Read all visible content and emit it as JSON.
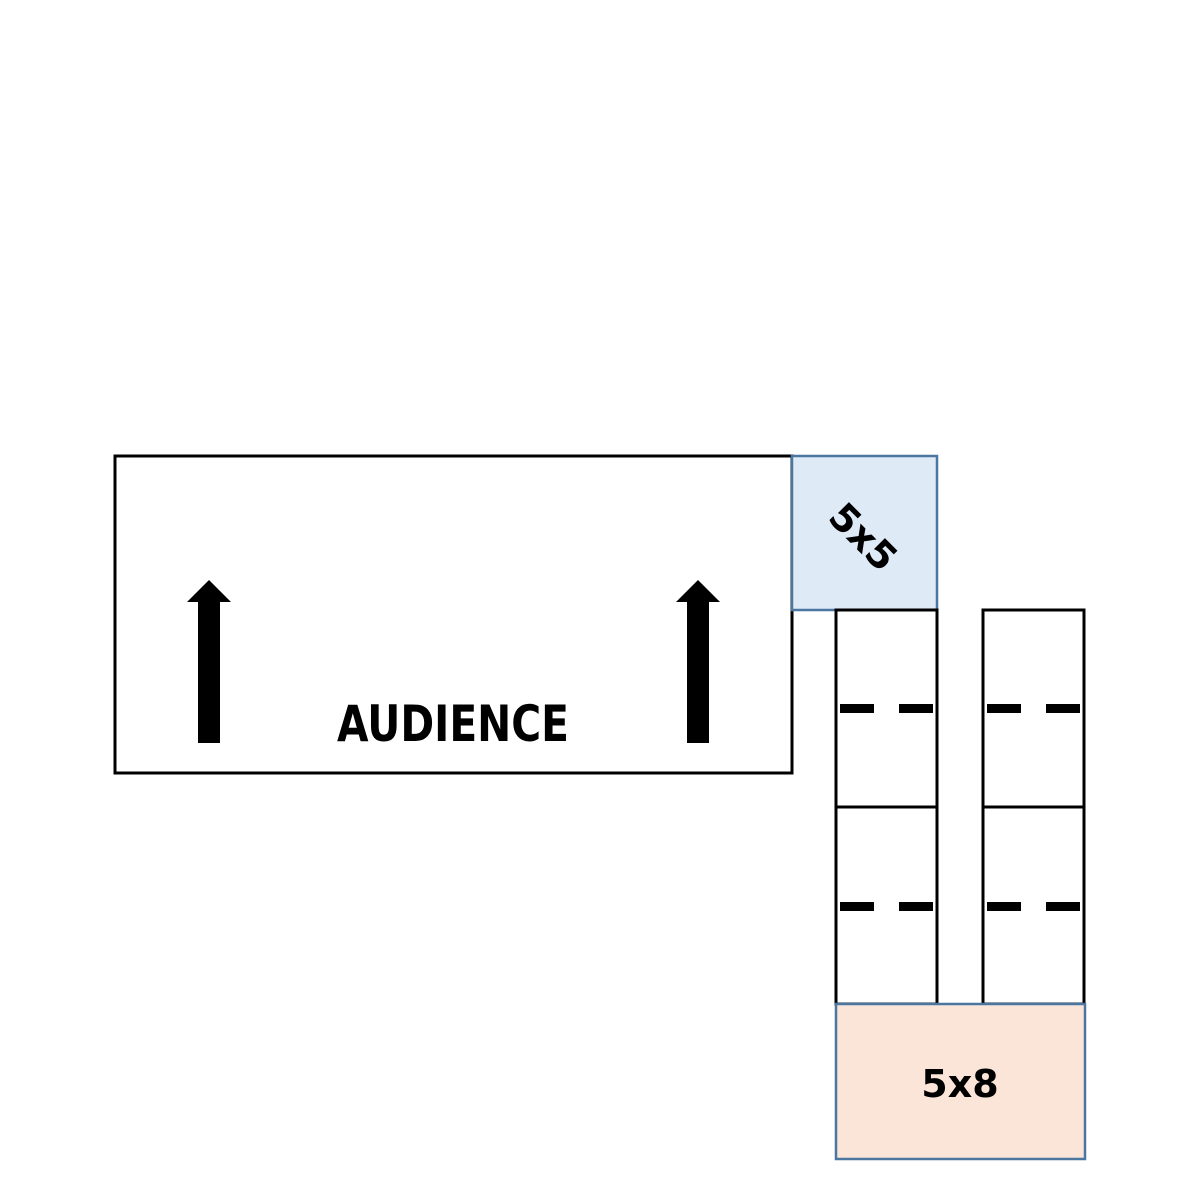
{
  "diagram": {
    "audience": {
      "label": "AUDIENCE",
      "arrow_count": 2,
      "arrow_icon": "arrow-up-icon"
    },
    "riser_5x5": {
      "label": "5x5",
      "fill": "#dfeaf7",
      "stroke": "#4a76a0"
    },
    "riser_5x8": {
      "label": "5x8",
      "fill": "#fbe5d8",
      "stroke": "#4a76a0"
    },
    "panels": {
      "columns": 2,
      "rows": 2,
      "divider_icon": "dashed-line-icon"
    },
    "colors": {
      "outline": "#000000",
      "background": "#ffffff"
    }
  }
}
